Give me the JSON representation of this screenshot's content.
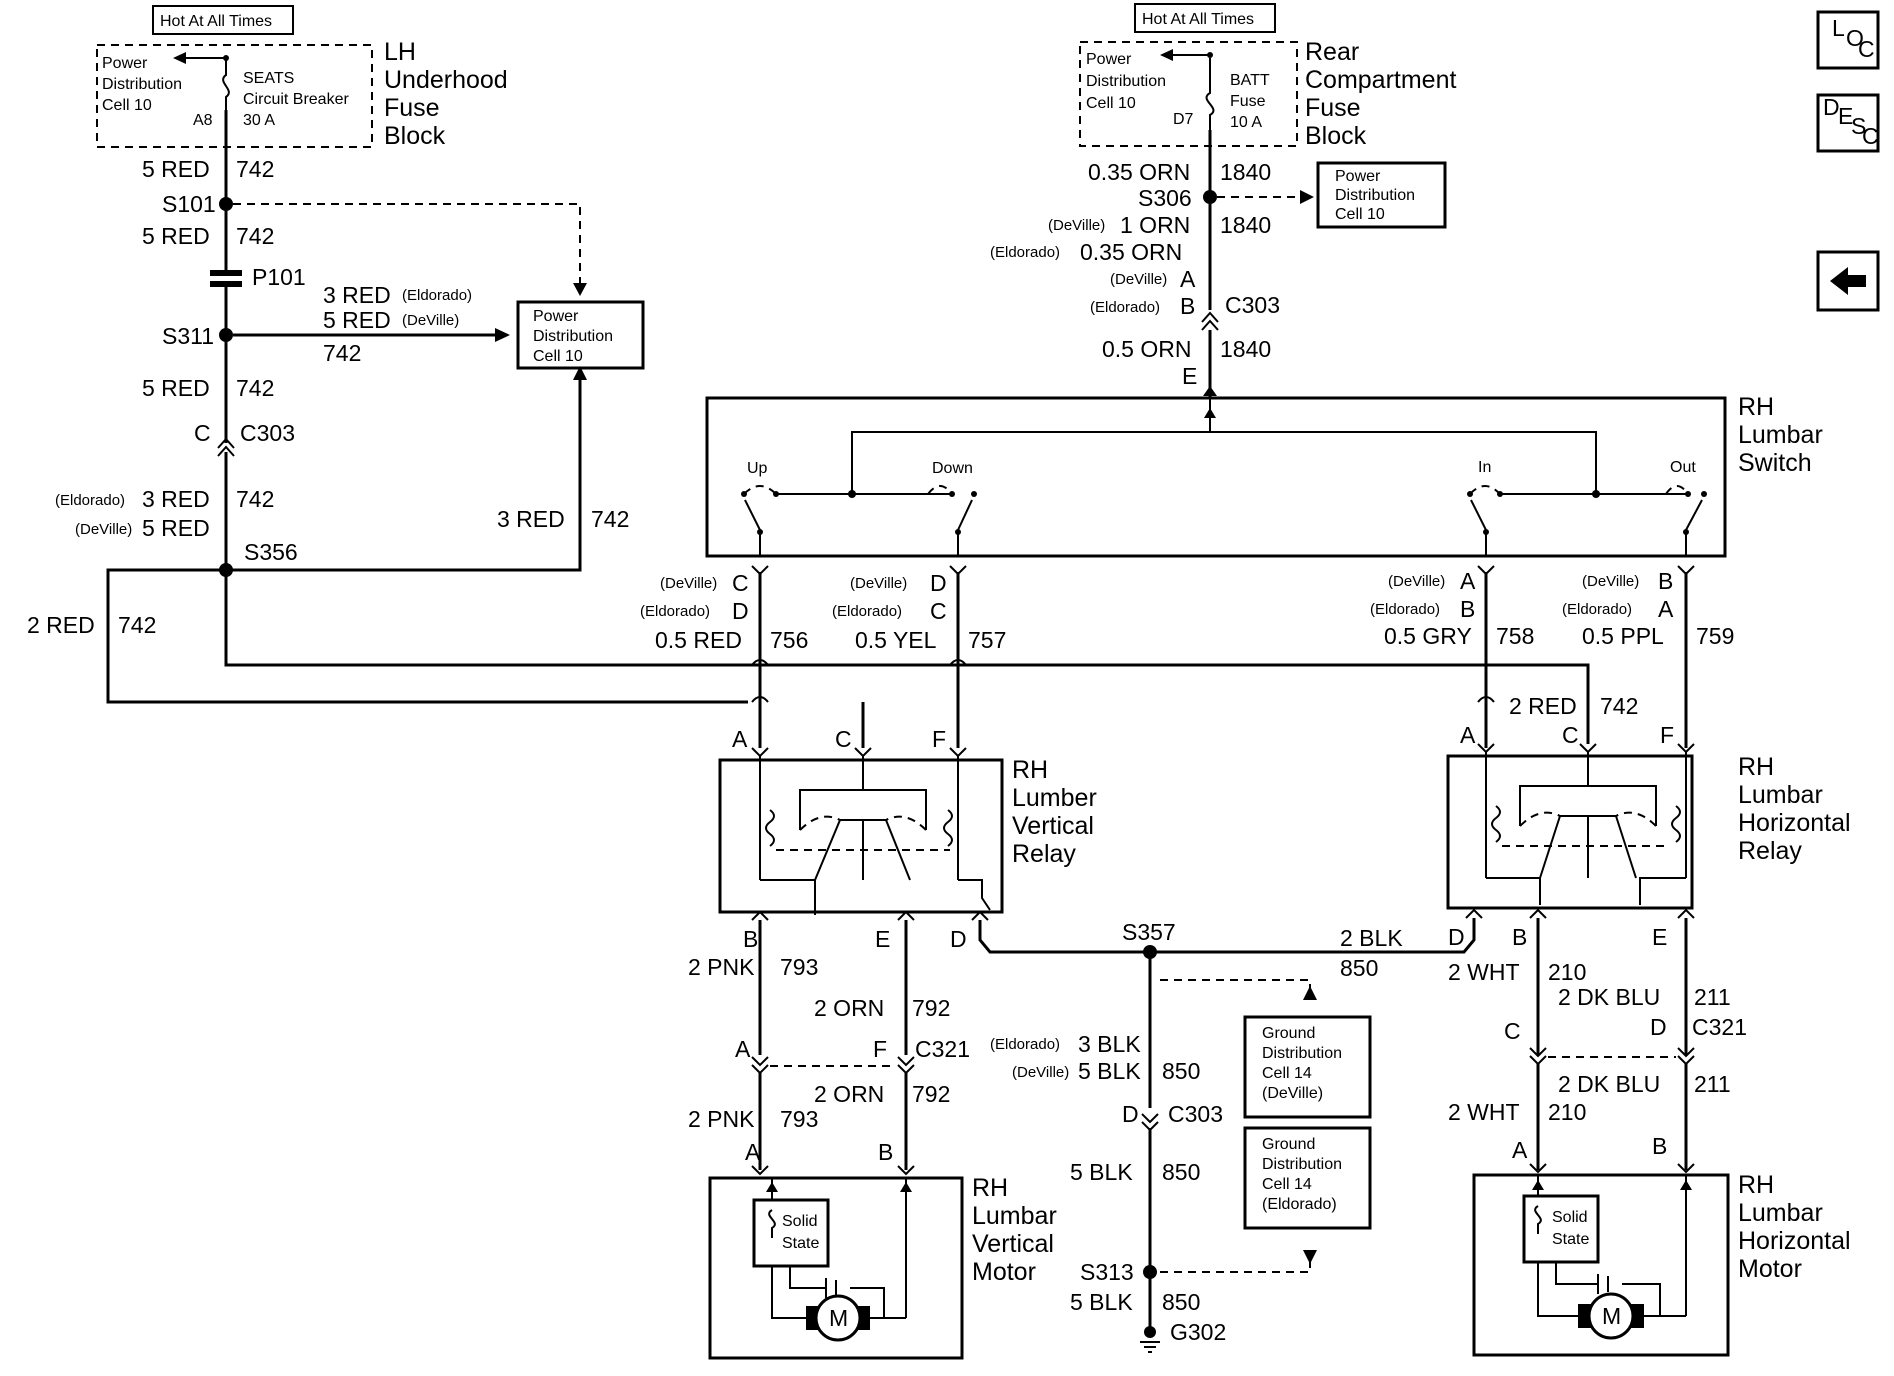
{
  "nav": {
    "loc": {
      "l": "L",
      "o": "O",
      "c": "C"
    },
    "desc": {
      "d": "D",
      "e": "E",
      "s": "S",
      "c": "C"
    },
    "back_icon": "arrow-left-icon"
  },
  "fuse_lh": {
    "hot_label": "Hot At All Times",
    "pd": [
      "Power",
      "Distribution",
      "Cell 10"
    ],
    "breaker": [
      "SEATS",
      "Circuit Breaker",
      "30 A"
    ],
    "pin": "A8",
    "name": [
      "LH",
      "Underhood",
      "Fuse",
      "Block"
    ]
  },
  "fuse_rear": {
    "hot_label": "Hot At All Times",
    "pd": [
      "Power",
      "Distribution",
      "Cell 10"
    ],
    "fuse": [
      "BATT",
      "Fuse",
      "10 A"
    ],
    "pin": "D7",
    "name": [
      "Rear",
      "Compartment",
      "Fuse",
      "Block"
    ]
  },
  "pd_box_left": [
    "Power",
    "Distribution",
    "Cell 10"
  ],
  "pd_box_right": [
    "Power",
    "Distribution",
    "Cell 10"
  ],
  "gd_deville": [
    "Ground",
    "Distribution",
    "Cell 14",
    "(DeVille)"
  ],
  "gd_eldorado": [
    "Ground",
    "Distribution",
    "Cell 14",
    "(Eldorado)"
  ],
  "left_feed": {
    "w1": "5 RED",
    "c1": "742",
    "s101": "S101",
    "w2": "5 RED",
    "c2": "742",
    "p101": "P101",
    "s311_w1": "3 RED",
    "s311_v1": "(Eldorado)",
    "s311_w2": "5 RED",
    "s311_v2": "(DeVille)",
    "s311_c": "742",
    "s311": "S311",
    "w3": "5 RED",
    "c3": "742",
    "conn_pin": "C",
    "conn": "C303",
    "v_eld": "(Eldorado)",
    "w4": "3 RED",
    "c4": "742",
    "v_dev": "(DeVille)",
    "w5": "5 RED",
    "s356": "S356",
    "up_w": "3 RED",
    "up_c": "742",
    "w6": "2 RED",
    "c6": "742"
  },
  "right_feed": {
    "w1": "0.35 ORN",
    "c1": "1840",
    "s306": "S306",
    "v_dev": "(DeVille)",
    "w2": "1 ORN",
    "c2": "1840",
    "v_eld": "(Eldorado)",
    "w3": "0.35 ORN",
    "pin_dev": "A",
    "pin_eld": "B",
    "conn": "C303",
    "w4": "0.5 ORN",
    "c4": "1840",
    "pin_e": "E"
  },
  "switch": {
    "name": [
      "RH",
      "Lumbar",
      "Switch"
    ],
    "up": "Up",
    "down": "Down",
    "in": "In",
    "out": "Out"
  },
  "switch_out": {
    "a": {
      "dev": "(DeVille)",
      "dev_pin": "C",
      "eld": "(Eldorado)",
      "eld_pin": "D",
      "wire": "0.5 RED",
      "circ": "756"
    },
    "b": {
      "dev": "(DeVille)",
      "dev_pin": "D",
      "eld": "(Eldorado)",
      "eld_pin": "C",
      "wire": "0.5 YEL",
      "circ": "757"
    },
    "c": {
      "dev": "(DeVille)",
      "dev_pin": "A",
      "eld": "(Eldorado)",
      "eld_pin": "B",
      "wire": "0.5 GRY",
      "circ": "758"
    },
    "d": {
      "dev": "(DeVille)",
      "dev_pin": "B",
      "eld": "(Eldorado)",
      "eld_pin": "A",
      "wire": "0.5 PPL",
      "circ": "759"
    }
  },
  "relay_v": {
    "name": [
      "RH",
      "Lumber",
      "Vertical",
      "Relay"
    ],
    "pins_top": [
      "A",
      "C",
      "F"
    ],
    "pins_bot": [
      "B",
      "E",
      "D"
    ]
  },
  "relay_h": {
    "name": [
      "RH",
      "Lumbar",
      "Horizontal",
      "Relay"
    ],
    "pins_top": [
      "A",
      "C",
      "F"
    ],
    "pins_bot": [
      "D",
      "B",
      "E"
    ],
    "feed_w": "2 RED",
    "feed_c": "742"
  },
  "vert_lower": {
    "w1": "2 PNK",
    "c1": "793",
    "w2": "2 ORN",
    "c2": "792",
    "pin_a": "A",
    "pin_f": "F",
    "conn": "C321",
    "w3": "2 ORN",
    "c3": "792",
    "w4": "2 PNK",
    "c4": "793",
    "pin_a2": "A",
    "pin_b2": "B"
  },
  "horiz_lower": {
    "w1": "2 WHT",
    "c1": "210",
    "w2": "2 DK BLU",
    "c2": "211",
    "pin_c": "C",
    "pin_d": "D",
    "conn": "C321",
    "w3": "2 DK BLU",
    "c3": "211",
    "w4": "2 WHT",
    "c4": "210",
    "pin_a2": "A",
    "pin_b2": "B"
  },
  "ground": {
    "s357": "S357",
    "w1": "2 BLK",
    "c1": "850",
    "v_eld": "(Eldorado)",
    "w2": "3 BLK",
    "v_dev": "(DeVille)",
    "w3": "5 BLK",
    "c3": "850",
    "pin_d": "D",
    "conn": "C303",
    "w4": "5 BLK",
    "c4": "850",
    "s313": "S313",
    "w5": "5 BLK",
    "c5": "850",
    "g302": "G302"
  },
  "motor_v": {
    "name": [
      "RH",
      "Lumbar",
      "Vertical",
      "Motor"
    ],
    "ss": [
      "Solid",
      "State"
    ],
    "m": "M"
  },
  "motor_h": {
    "name": [
      "RH",
      "Lumbar",
      "Horizontal",
      "Motor"
    ],
    "ss": [
      "Solid",
      "State"
    ],
    "m": "M"
  }
}
